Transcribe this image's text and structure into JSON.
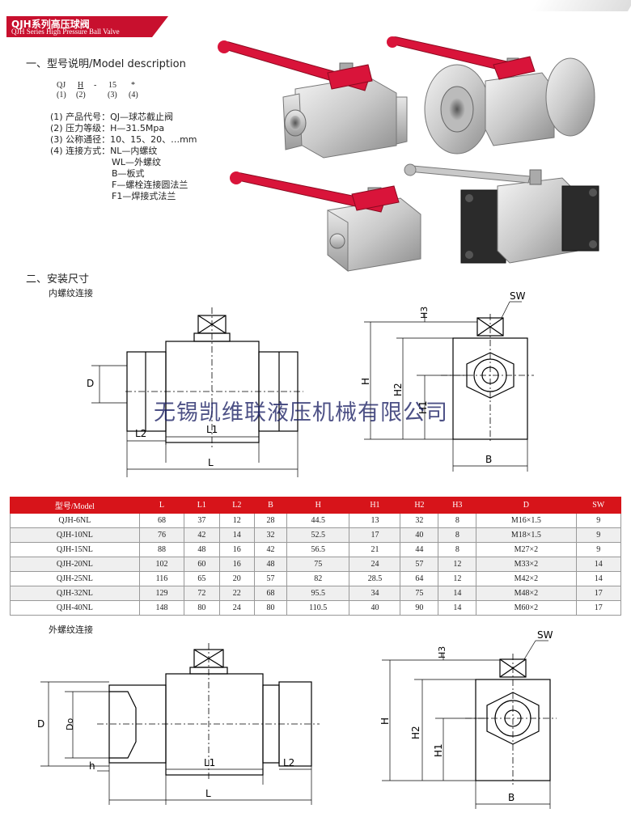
{
  "header": {
    "title_cn": "QJH系列高压球阀",
    "title_en": "QJH Series High Pressure Ball Valve"
  },
  "model_section": {
    "heading": "一、型号说明/Model description",
    "code_parts": [
      "QJ",
      "H",
      "-",
      "15",
      "*"
    ],
    "code_indices": [
      "(1)",
      "(2)",
      "",
      "(3)",
      "(4)"
    ],
    "items": [
      "(1) 产品代号：QJ—球芯截止阀",
      "(2) 压力等级：H—31.5Mpa",
      "(3) 公称通径：10、15、20、…mm",
      "(4) 连接方式：NL—内螺纹",
      "WL—外螺纹",
      "B—板式",
      "F—螺栓连接圆法兰",
      "F1—焊接式法兰"
    ]
  },
  "install_section": {
    "heading": "二、安装尺寸",
    "sub1": "内螺纹连接",
    "sub2": "外螺纹连接"
  },
  "dims": {
    "D": "D",
    "L1": "L1",
    "L2": "L2",
    "L": "L",
    "H": "H",
    "H1": "H1",
    "H2": "H2",
    "H3": "H3",
    "SW": "SW",
    "B": "B",
    "Do": "Do",
    "h": "h"
  },
  "watermark": "无锡凯维联液压机械有限公司",
  "table": {
    "headers": [
      "型号/Model",
      "L",
      "L1",
      "L2",
      "B",
      "H",
      "H1",
      "H2",
      "H3",
      "D",
      "SW"
    ],
    "rows": [
      [
        "QJH-6NL",
        "68",
        "37",
        "12",
        "28",
        "44.5",
        "13",
        "32",
        "8",
        "M16×1.5",
        "9"
      ],
      [
        "QJH-10NL",
        "76",
        "42",
        "14",
        "32",
        "52.5",
        "17",
        "40",
        "8",
        "M18×1.5",
        "9"
      ],
      [
        "QJH-15NL",
        "88",
        "48",
        "16",
        "42",
        "56.5",
        "21",
        "44",
        "8",
        "M27×2",
        "9"
      ],
      [
        "QJH-20NL",
        "102",
        "60",
        "16",
        "48",
        "75",
        "24",
        "57",
        "12",
        "M33×2",
        "14"
      ],
      [
        "QJH-25NL",
        "116",
        "65",
        "20",
        "57",
        "82",
        "28.5",
        "64",
        "12",
        "M42×2",
        "14"
      ],
      [
        "QJH-32NL",
        "129",
        "72",
        "22",
        "68",
        "95.5",
        "34",
        "75",
        "14",
        "M48×2",
        "17"
      ],
      [
        "QJH-40NL",
        "148",
        "80",
        "24",
        "80",
        "110.5",
        "40",
        "90",
        "14",
        "M60×2",
        "17"
      ]
    ]
  },
  "colors": {
    "banner": "#c8102e",
    "table_header": "#d7141a",
    "handle_red": "#d9143a",
    "watermark": "#1b1f63"
  }
}
